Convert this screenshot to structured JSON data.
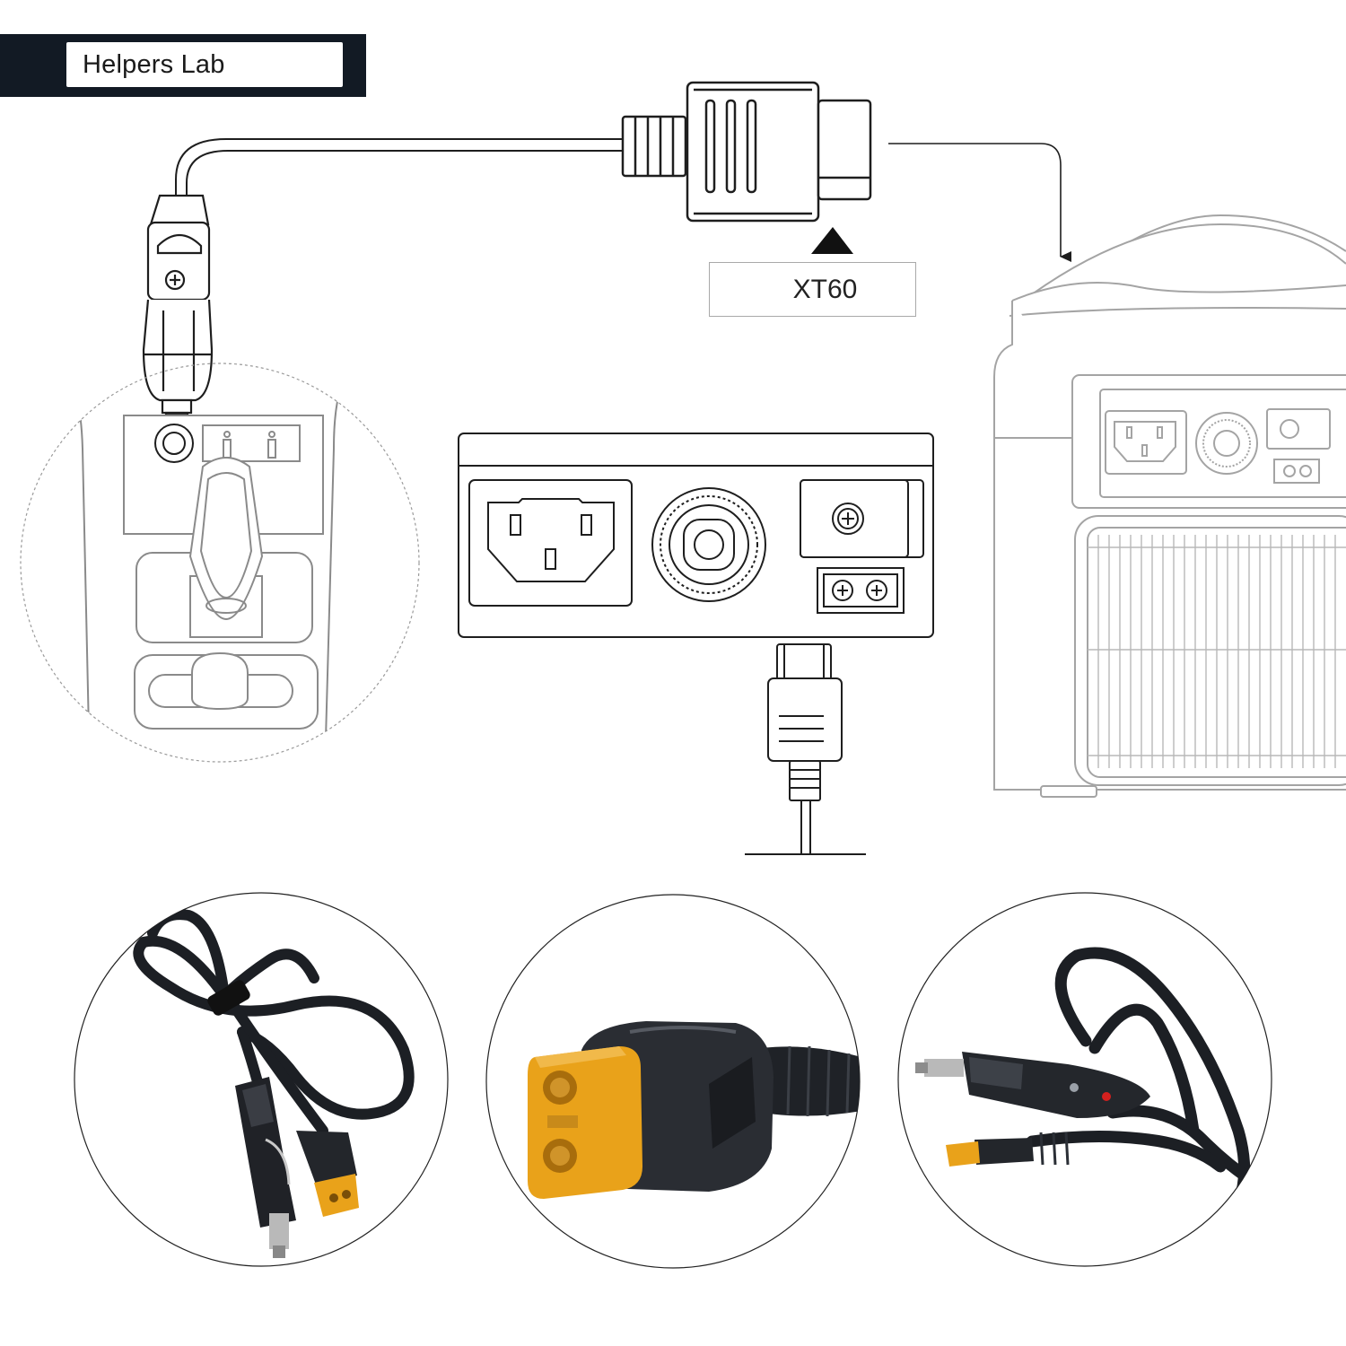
{
  "brand": {
    "label": "Helpers Lab"
  },
  "callout": {
    "label": "XT60"
  },
  "icons": {
    "car_plug": "car-cigarette-plug-icon",
    "xt60_connector": "xt60-connector-icon",
    "power_station": "portable-power-station-icon",
    "port_panel": "port-panel-icon"
  },
  "photos": [
    {
      "name": "coiled-cable-photo"
    },
    {
      "name": "xt60-closeup-photo"
    },
    {
      "name": "plug-and-xt60-photo"
    }
  ],
  "colors": {
    "brand_bar": "#121a24",
    "line": "#1e1e1e",
    "light_line": "#9a9a9a",
    "connector_yellow": "#e9a21a",
    "cable_black": "#1c1f24"
  }
}
